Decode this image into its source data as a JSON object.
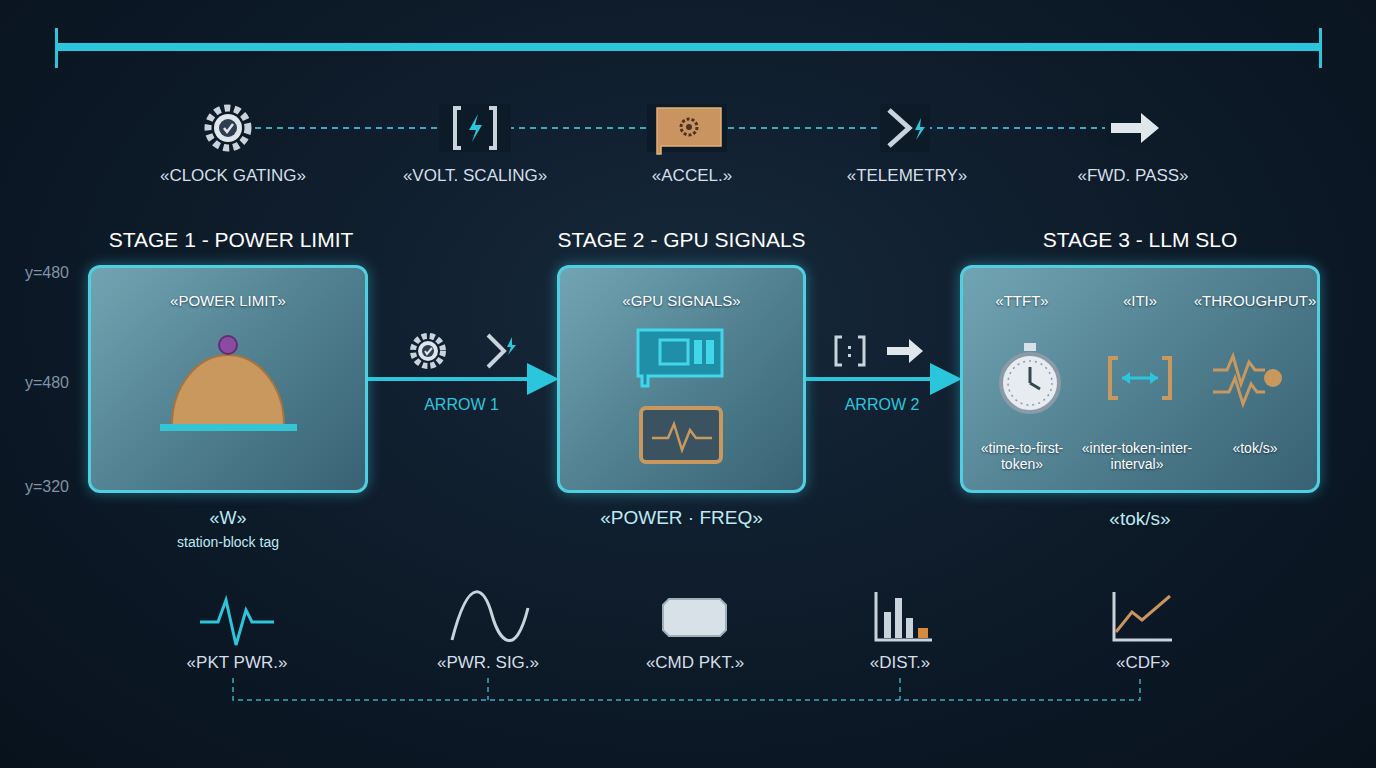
{
  "diagram": {
    "nodes": [
      {
        "text": [
          "STAGE 1 - POWER LIMIT",
          "«POWER LIMIT»",
          "«W»",
          "station-block tag"
        ]
      },
      {
        "text": [
          "STAGE 2 - GPU SIGNALS",
          "«GPU SIGNALS»",
          "«POWER · FREQ»"
        ]
      },
      {
        "text": [
          "STAGE 3 - LLM SLO",
          "«TTFT»",
          "«ITI»",
          "«THROUGHPUT»",
          "«time-to-first-token»",
          "«inter-token-inter-interval»",
          "«tok/s»",
          "«tok/s»"
        ]
      }
    ],
    "edges": [
      {
        "from": 0,
        "to": 1,
        "label": "ARROW 1",
        "arrow": "to"
      },
      {
        "from": 1,
        "to": 2,
        "label": "ARROW 2",
        "arrow": "to"
      }
    ],
    "labels": [
      "«CLOCK GATING»",
      "«VOLT. SCALING»",
      "«ACCEL.»",
      "«TELEMETRY»",
      "«FWD. PASS»",
      "y=480",
      "y=480",
      "y=320",
      "«PKT PWR.»",
      "«PWR. SIG.»",
      "«CMD PKT.»",
      "«DIST.»",
      "«CDF»"
    ]
  }
}
